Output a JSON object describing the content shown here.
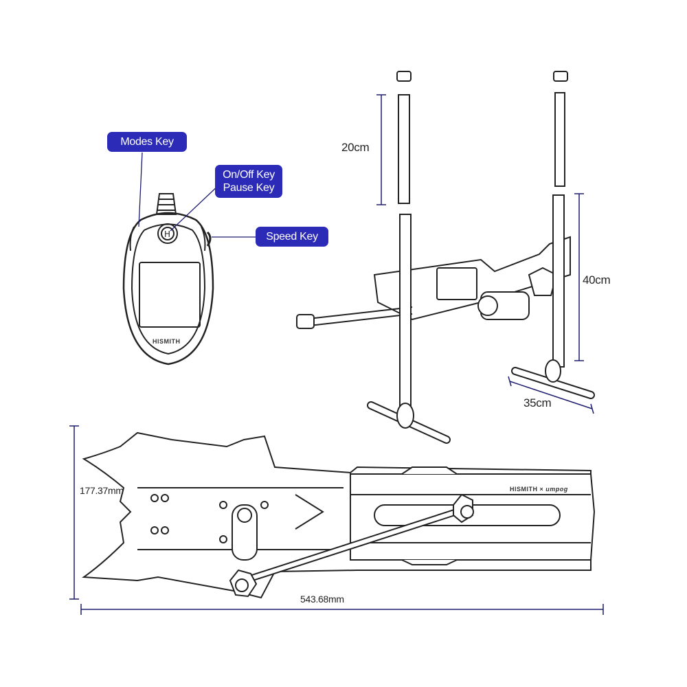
{
  "callouts": {
    "modes_key": "Modes Key",
    "onoff_key_line1": "On/Off Key",
    "onoff_key_line2": "Pause Key",
    "speed_key": "Speed Key"
  },
  "dimensions": {
    "extension_length": "20cm",
    "pole_height": "40cm",
    "base_width": "35cm",
    "body_height": "177.37mm",
    "body_length": "543.68mm"
  },
  "logos": {
    "remote_brand": "HISMITH",
    "body_brand": "HISMITH",
    "collab_brand": "umpog",
    "collab_separator": "×"
  },
  "colors": {
    "callout_bg": "#2b2bb8",
    "dimension_line": "#1c1c6e",
    "drawing_line": "#222222"
  }
}
